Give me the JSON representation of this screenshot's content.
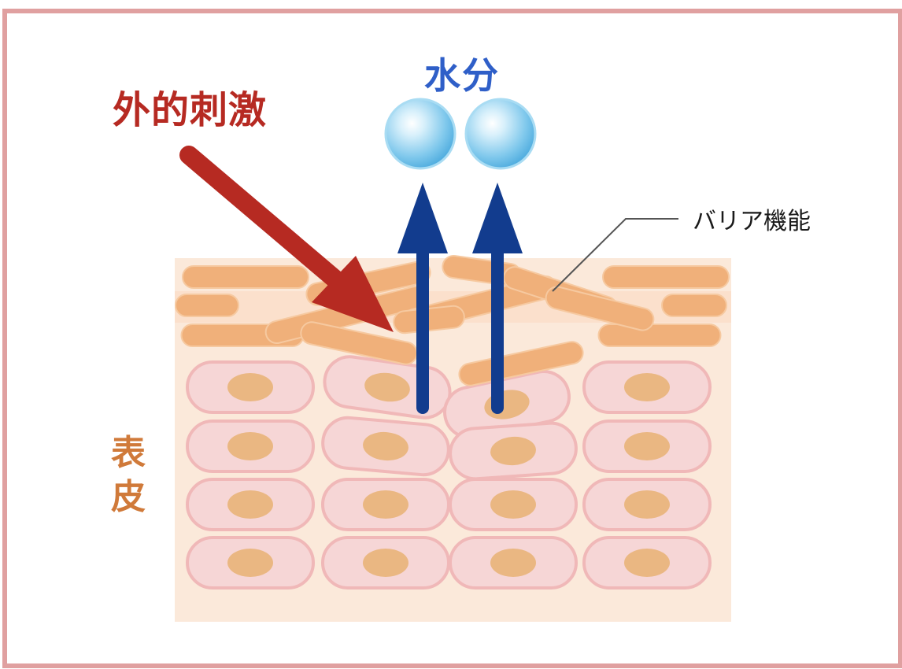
{
  "labels": {
    "external_stimulus": "外的刺激",
    "water": "水分",
    "barrier_function": "バリア機能",
    "epidermis": "表皮"
  },
  "colors": {
    "frame": "#e0a0a0",
    "stimulus": "#b62a22",
    "water_text": "#2f5fc8",
    "water_arrow": "#123c8e",
    "epidermis_text": "#d07a3a",
    "skin_bg": "#fbe9da",
    "cell_fill": "#f6d6d6",
    "cell_stroke": "#f0b8b8",
    "nucleus": "#eab782",
    "corneocyte": "#f0b07a"
  }
}
